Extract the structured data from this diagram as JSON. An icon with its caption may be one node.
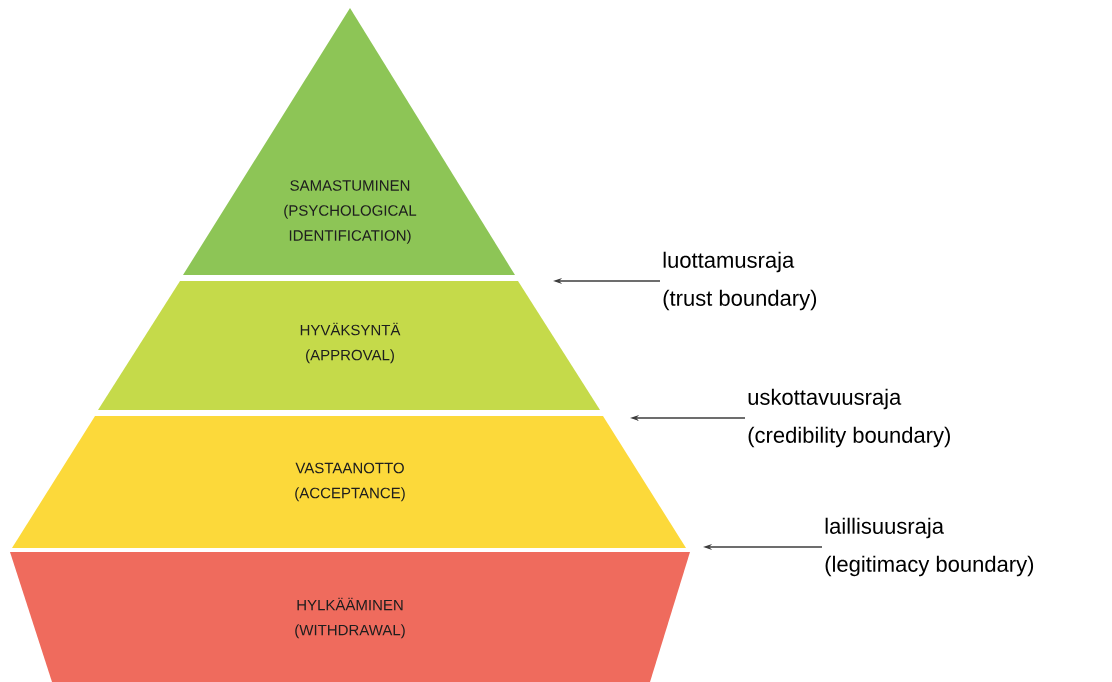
{
  "diagram": {
    "nodes": [
      {
        "text": [
          "SAMASTUMINEN",
          "(PSYCHOLOGICAL IDENTIFICATION)"
        ]
      },
      {
        "text": [
          "HYVÄKSYNTÄ",
          "(APPROVAL)"
        ]
      },
      {
        "text": [
          "VASTAANOTTO",
          "(ACCEPTANCE)"
        ]
      },
      {
        "text": [
          "HYLKÄÄMINEN",
          "(WITHDRAWAL)"
        ]
      },
      {
        "text": [
          "luottamusraja",
          "(trust boundary)"
        ]
      },
      {
        "text": [
          "uskottavuusraja",
          "(credibility boundary)"
        ]
      },
      {
        "text": [
          "laillisuusraja",
          "(legitimacy boundary)"
        ]
      }
    ],
    "edges": [
      {
        "from": 4,
        "to": null,
        "arrow": "to"
      },
      {
        "from": 5,
        "to": null,
        "arrow": "to"
      },
      {
        "from": 6,
        "to": null,
        "arrow": "to"
      }
    ]
  }
}
